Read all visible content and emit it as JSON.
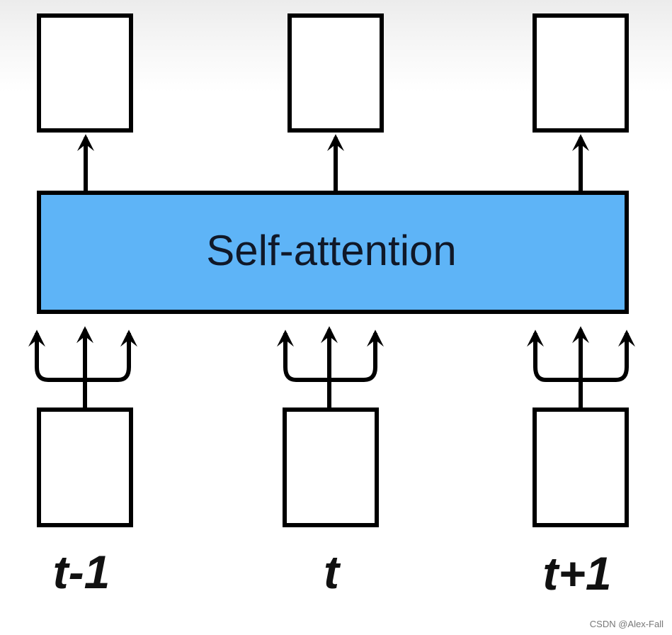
{
  "diagram": {
    "block_label": "Self-attention",
    "block_color": "#5eb4f7",
    "stroke_color": "#000000",
    "timesteps": [
      {
        "label": "t-1"
      },
      {
        "label": "t"
      },
      {
        "label": "t+1"
      }
    ]
  },
  "watermark": "CSDN @Alex-Fall"
}
